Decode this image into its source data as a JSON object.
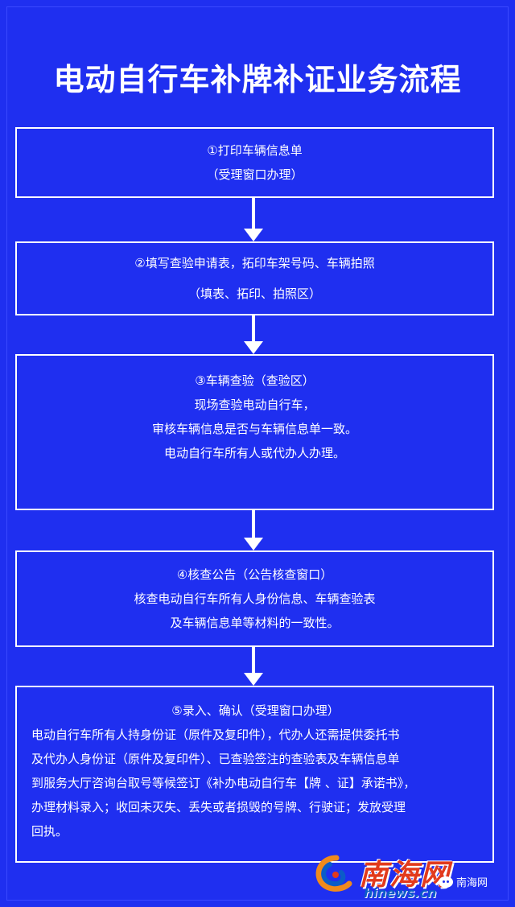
{
  "title": "电动自行车补牌补证业务流程",
  "steps": [
    {
      "lines": [
        "①打印车辆信息单",
        "（受理窗口办理）"
      ]
    },
    {
      "lines": [
        "②填写查验申请表，拓印车架号码、车辆拍照",
        "（填表、拓印、拍照区）"
      ]
    },
    {
      "lines": [
        "③车辆查验（查验区）",
        "现场查验电动自行车，",
        "审核车辆信息是否与车辆信息单一致。",
        "电动自行车所有人或代办人办理。"
      ]
    },
    {
      "lines": [
        "④核查公告（公告核查窗口）",
        "核查电动自行车所有人身份信息、车辆查验表",
        "及车辆信息单等材料的一致性。"
      ]
    },
    {
      "head": "⑤录入、确认（受理窗口办理）",
      "body": [
        "电动自行车所有人持身份证（原件及复印件），代办人还需提供委托书",
        "及代办人身份证（原件及复印件）、已查验签注的查验表及车辆信息单",
        "到服务大厅咨询台取号等候签订《补办电动自行车【牌 、证】承诺书》，",
        "办理材料录入；收回未灭失、丢失或者损毁的号牌、行驶证；发放受理",
        "回执。"
      ]
    }
  ],
  "logo": {
    "cn": "南海网",
    "en": "hinews.cn"
  },
  "watermark": "南海网",
  "colors": {
    "background": "#1f2ff0",
    "box_border": "#ffffff",
    "logo_red": "#e23a1c",
    "logo_blue": "#0b5cc8"
  }
}
